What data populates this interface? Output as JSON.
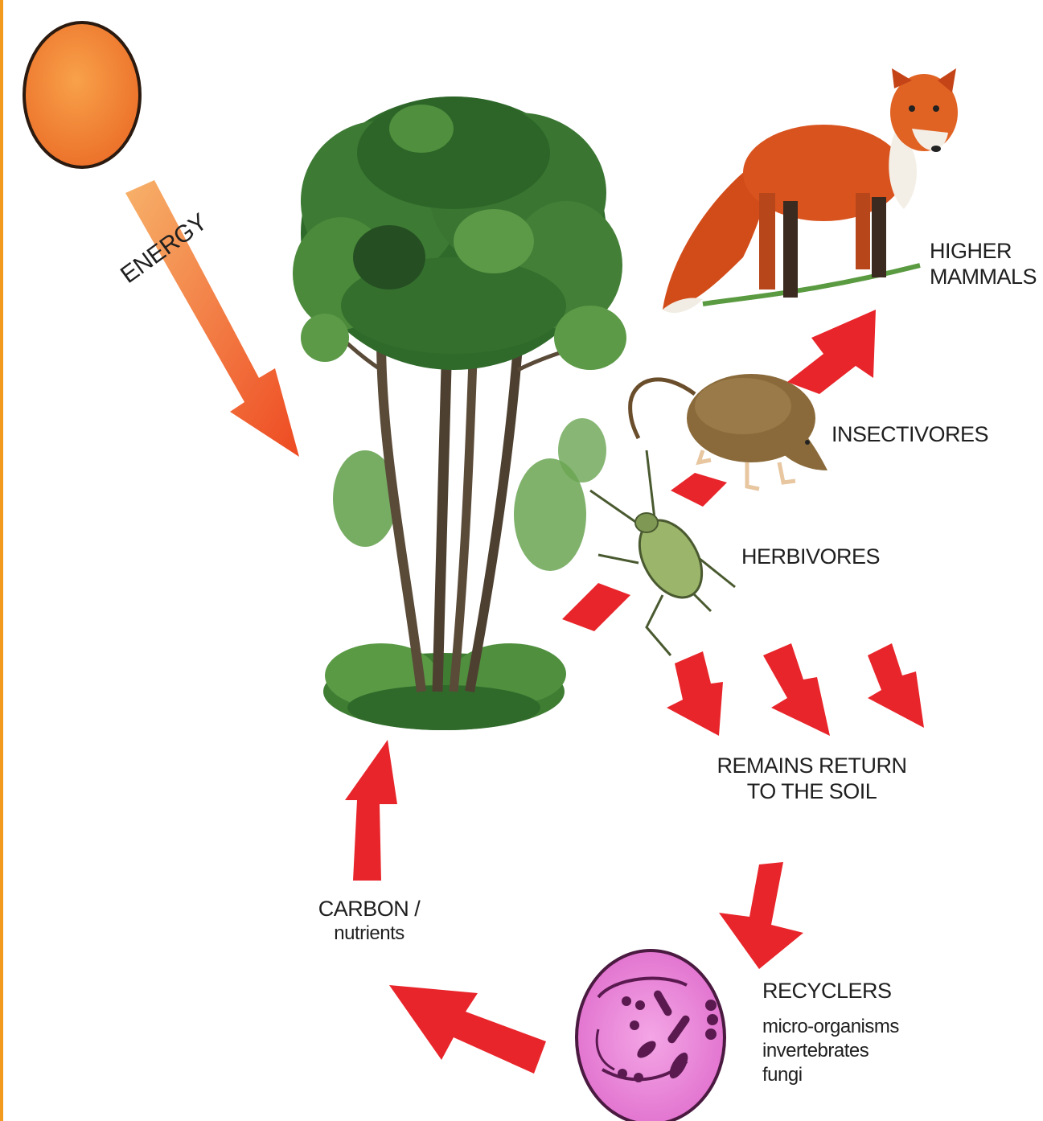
{
  "labels": {
    "energy": "ENERGY",
    "higher_mammals": [
      "HIGHER",
      "MAMMALS"
    ],
    "insectivores": "INSECTIVORES",
    "herbivores": "HERBIVORES",
    "remains": [
      "REMAINS RETURN",
      "TO THE SOIL"
    ],
    "carbon": [
      "CARBON /",
      "nutrients"
    ],
    "recyclers": "RECYCLERS",
    "recycler_types": [
      "micro-organisms",
      "invertebrates",
      "fungi"
    ]
  },
  "colors": {
    "sun": "#f07a2a",
    "sun_outline": "#2b1a10",
    "arrow_red": "#e8252a",
    "energy_arrow": "#f26a2a",
    "foliage_dark": "#2f6a2a",
    "foliage_mid": "#4a8a3a",
    "foliage_light": "#7ab04f",
    "trunk": "#5a4a38",
    "fox": "#d9531e",
    "shrew": "#8a6a3a",
    "beetle": "#9bb56a",
    "recycler_cell": "#e680d0",
    "border": "#f29a1e"
  },
  "icons": [
    "sun-icon",
    "tree-icon",
    "fox-icon",
    "shrew-icon",
    "beetle-icon",
    "microbe-cell-icon"
  ]
}
